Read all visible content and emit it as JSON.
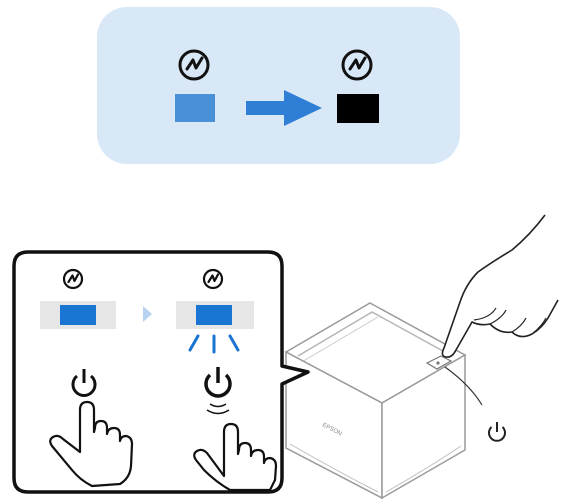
{
  "top_panel": {
    "background_color": "#d9e8f6",
    "before_indicator": {
      "icon": "power-status-icon",
      "led_color": "#4a90d9"
    },
    "arrow": {
      "icon": "right-arrow-icon",
      "color": "#2f7fd6"
    },
    "after_indicator": {
      "icon": "power-status-icon",
      "led_color": "#000000"
    }
  },
  "callout": {
    "left_step": {
      "status_icon": "power-status-icon",
      "led_color": "#1a74d2",
      "led_track_color": "#e6e6e6",
      "gesture": "hand-hover-over-power-button"
    },
    "step_arrow": {
      "icon": "small-triangle-right-icon",
      "color": "#b7d3ef"
    },
    "right_step": {
      "status_icon": "power-status-icon",
      "led_color": "#1a74d2",
      "led_track_color": "#e6e6e6",
      "led_rays": true,
      "gesture": "hand-press-power-button"
    }
  },
  "printer": {
    "brand": "EPSON",
    "power_label_icon": "power-icon"
  }
}
